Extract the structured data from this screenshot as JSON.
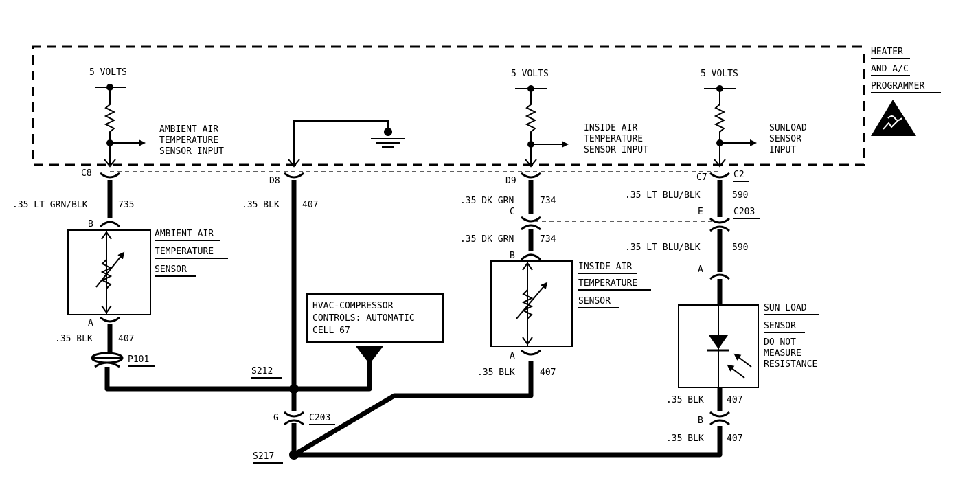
{
  "module": {
    "title_line1": "HEATER",
    "title_line2": "AND A/C",
    "title_line3": "PROGRAMMER",
    "esd_icon": "electrostatic-discharge-warning-icon"
  },
  "supplies": {
    "ambient": "5 VOLTS",
    "inside": "5 VOLTS",
    "sunload": "5 VOLTS"
  },
  "module_inputs": {
    "ambient": [
      "AMBIENT AIR",
      "TEMPERATURE",
      "SENSOR INPUT"
    ],
    "inside": [
      "INSIDE AIR",
      "TEMPERATURE",
      "SENSOR INPUT"
    ],
    "sunload": [
      "SUNLOAD",
      "SENSOR",
      "INPUT"
    ]
  },
  "connectors": {
    "c8": "C8",
    "d8": "D8",
    "d9": "D9",
    "c7": "C7",
    "c2": "C2",
    "ambient_b": "B",
    "ambient_a": "A",
    "inside_c": "C",
    "inside_b": "B",
    "inside_a": "A",
    "sun_e": "E",
    "c203_top": "C203",
    "sun_a": "A",
    "sun_b": "B",
    "g": "G",
    "c203_bottom": "C203",
    "p101": "P101"
  },
  "wires": {
    "ambient_signal": {
      "gauge_color": ".35 LT GRN/BLK",
      "circuit": "735"
    },
    "module_ground": {
      "gauge_color": ".35 BLK",
      "circuit": "407"
    },
    "inside_signal_upper": {
      "gauge_color": ".35 DK GRN",
      "circuit": "734"
    },
    "inside_signal_lower": {
      "gauge_color": ".35 DK GRN",
      "circuit": "734"
    },
    "sun_signal_upper": {
      "gauge_color": ".35 LT BLU/BLK",
      "circuit": "590"
    },
    "sun_signal_lower": {
      "gauge_color": ".35 LT BLU/BLK",
      "circuit": "590"
    },
    "ambient_ground": {
      "gauge_color": ".35 BLK",
      "circuit": "407"
    },
    "inside_ground": {
      "gauge_color": ".35 BLK",
      "circuit": "407"
    },
    "sun_ground_upper": {
      "gauge_color": ".35 BLK",
      "circuit": "407"
    },
    "sun_ground_lower": {
      "gauge_color": ".35 BLK",
      "circuit": "407"
    }
  },
  "components": {
    "ambient_sensor": [
      "AMBIENT AIR",
      "TEMPERATURE",
      "SENSOR"
    ],
    "inside_sensor": [
      "INSIDE AIR",
      "TEMPERATURE",
      "SENSOR"
    ],
    "sun_sensor": [
      "SUN LOAD",
      "SENSOR"
    ],
    "sun_note": [
      "DO NOT",
      "MEASURE",
      "RESISTANCE"
    ]
  },
  "splices": {
    "s212": "S212",
    "s217": "S217"
  },
  "reference": {
    "line1": "HVAC-COMPRESSOR",
    "line2": "CONTROLS: AUTOMATIC",
    "line3": "CELL 67"
  }
}
